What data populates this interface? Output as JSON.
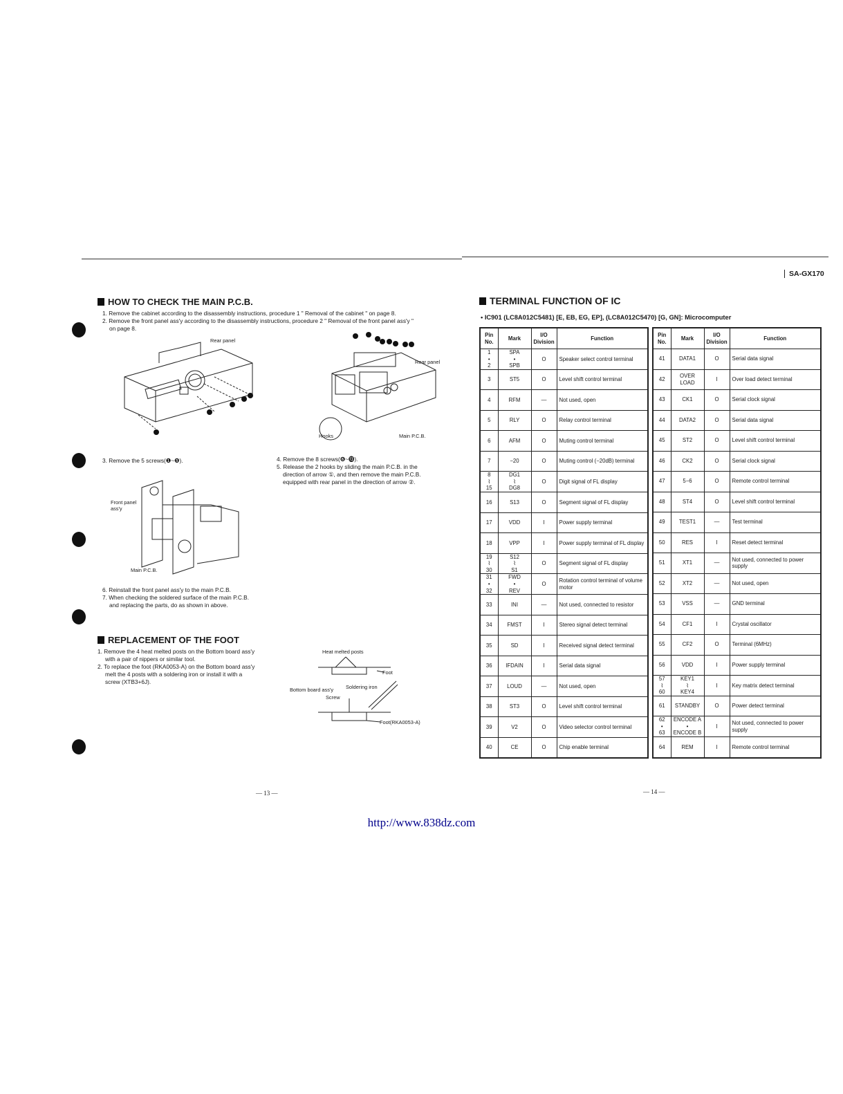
{
  "header": {
    "model": "SA-GX170"
  },
  "left": {
    "check_title": "HOW TO CHECK THE MAIN P.C.B.",
    "check_steps": [
      "1. Remove the cabinet according to the disassembly instructions, procedure 1 \" Removal of the cabinet \" on page 8.",
      "2. Remove the front panel ass'y according to the disassembly instructions, procedure 2 \" Removal of the front panel ass'y \"",
      "on page 8."
    ],
    "fig1_label": "Rear panel",
    "fig2_labels": {
      "rear": "Rear panel",
      "hooks": "Hooks",
      "main": "Main P.C.B."
    },
    "step3": "3. Remove the 5 screws(❶~❺).",
    "step45": [
      "4. Remove the 8 screws(❻~⓭).",
      "5. Release the 2 hooks by sliding the main P.C.B. in the",
      "direction of arrow ①, and then remove the main P.C.B.",
      "equipped with rear panel in the direction of arrow ②."
    ],
    "fig3_labels": {
      "front": "Front panel",
      "front2": "ass'y",
      "main": "Main P.C.B."
    },
    "step67": [
      "6. Reinstall the front panel ass'y to the main P.C.B.",
      "7. When checking the soldered surface of the main P.C.B.",
      "and replacing the parts, do as shown in above."
    ],
    "foot_title": "REPLACEMENT OF THE FOOT",
    "foot_steps": [
      "1. Remove the 4 heat melted posts on the Bottom board ass'y",
      "with a pair of nippers or similar tool.",
      "2. To replace the foot (RKA0053-A) on the Bottom board ass'y",
      "melt the 4 posts with a soldering iron or install it with a",
      "screw (XTB3+6J)."
    ],
    "foot_fig": {
      "heat": "Heat melted posts",
      "foot": "Foot",
      "bottom": "Bottom board ass'y",
      "iron": "Soldering iron",
      "screw": "Screw",
      "foot2": "Foot(RKA0053-A)"
    },
    "page_number": "— 13 —"
  },
  "right": {
    "title": "TERMINAL FUNCTION OF IC",
    "subtitle": "• IC901 (LC8A012C5481) [E, EB, EG, EP], (LC8A012C5470) [G, GN]: Microcomputer",
    "headers": {
      "pin": "Pin No.",
      "mark": "Mark",
      "io": "I/O Division",
      "function": "Function"
    },
    "table_left": [
      {
        "pin": "1\n•\n2",
        "mark": "SPA\n•\nSPB",
        "io": "O",
        "function": "Speaker select control terminal"
      },
      {
        "pin": "3",
        "mark": "ST5",
        "io": "O",
        "function": "Level shift control terminal"
      },
      {
        "pin": "4",
        "mark": "RFM",
        "io": "—",
        "function": "Not used, open"
      },
      {
        "pin": "5",
        "mark": "RLY",
        "io": "O",
        "function": "Relay control terminal"
      },
      {
        "pin": "6",
        "mark": "AFM",
        "io": "O",
        "function": "Muting control terminal"
      },
      {
        "pin": "7",
        "mark": "−20",
        "io": "O",
        "function": "Muting control (−20dB) terminal"
      },
      {
        "pin": "8\n⌇\n15",
        "mark": "DG1\n⌇\nDG8",
        "io": "O",
        "function": "Digit signal of FL display"
      },
      {
        "pin": "16",
        "mark": "S13",
        "io": "O",
        "function": "Segment signal of FL display"
      },
      {
        "pin": "17",
        "mark": "VDD",
        "io": "I",
        "function": "Power supply terminal"
      },
      {
        "pin": "18",
        "mark": "VPP",
        "io": "I",
        "function": "Power supply terminal of FL display"
      },
      {
        "pin": "19\n⌇\n30",
        "mark": "S12\n⌇\nS1",
        "io": "O",
        "function": "Segment signal of FL display"
      },
      {
        "pin": "31\n•\n32",
        "mark": "FWD\n•\nREV",
        "io": "O",
        "function": "Rotation control terminal of volume motor"
      },
      {
        "pin": "33",
        "mark": "INI",
        "io": "—",
        "function": "Not used, connected to resistor"
      },
      {
        "pin": "34",
        "mark": "FMST",
        "io": "I",
        "function": "Stereo signal detect terminal"
      },
      {
        "pin": "35",
        "mark": "SD",
        "io": "I",
        "function": "Received signal detect terminal"
      },
      {
        "pin": "36",
        "mark": "IFDAIN",
        "io": "I",
        "function": "Serial data signal"
      },
      {
        "pin": "37",
        "mark": "LOUD",
        "io": "—",
        "function": "Not used, open"
      },
      {
        "pin": "38",
        "mark": "ST3",
        "io": "O",
        "function": "Level shift control terminal"
      },
      {
        "pin": "39",
        "mark": "V2",
        "io": "O",
        "function": "Video selector control terminal"
      },
      {
        "pin": "40",
        "mark": "CE",
        "io": "O",
        "function": "Chip enable terminal"
      }
    ],
    "table_right": [
      {
        "pin": "41",
        "mark": "DATA1",
        "io": "O",
        "function": "Serial data signal"
      },
      {
        "pin": "42",
        "mark": "OVER\nLOAD",
        "io": "I",
        "function": "Over load detect terminal"
      },
      {
        "pin": "43",
        "mark": "CK1",
        "io": "O",
        "function": "Serial clock signal"
      },
      {
        "pin": "44",
        "mark": "DATA2",
        "io": "O",
        "function": "Serial data signal"
      },
      {
        "pin": "45",
        "mark": "ST2",
        "io": "O",
        "function": "Level shift control terminal"
      },
      {
        "pin": "46",
        "mark": "CK2",
        "io": "O",
        "function": "Serial clock signal"
      },
      {
        "pin": "47",
        "mark": "5−6",
        "io": "O",
        "function": "Remote control terminal"
      },
      {
        "pin": "48",
        "mark": "ST4",
        "io": "O",
        "function": "Level shift control terminal"
      },
      {
        "pin": "49",
        "mark": "TEST1",
        "io": "—",
        "function": "Test terminal"
      },
      {
        "pin": "50",
        "mark": "RES",
        "io": "I",
        "function": "Reset detect terminal"
      },
      {
        "pin": "51",
        "mark": "XT1",
        "io": "—",
        "function": "Not used, connected to power supply"
      },
      {
        "pin": "52",
        "mark": "XT2",
        "io": "—",
        "function": "Not used, open"
      },
      {
        "pin": "53",
        "mark": "VSS",
        "io": "—",
        "function": "GND terminal"
      },
      {
        "pin": "54",
        "mark": "CF1",
        "io": "I",
        "function": "Crystal oscillator"
      },
      {
        "pin": "55",
        "mark": "CF2",
        "io": "O",
        "function": "Terminal (6MHz)"
      },
      {
        "pin": "56",
        "mark": "VDD",
        "io": "I",
        "function": "Power supply terminal"
      },
      {
        "pin": "57\n⌇\n60",
        "mark": "KEY1\n⌇\nKEY4",
        "io": "I",
        "function": "Key matrix detect terminal"
      },
      {
        "pin": "61",
        "mark": "STANDBY",
        "io": "O",
        "function": "Power detect terminal"
      },
      {
        "pin": "62\n•\n63",
        "mark": "ENCODE A\n•\nENCODE B",
        "io": "I",
        "function": "Not used, connected to power supply"
      },
      {
        "pin": "64",
        "mark": "REM",
        "io": "I",
        "function": "Remote control terminal"
      }
    ],
    "page_number": "— 14 —"
  },
  "footer": {
    "url": "http://www.838dz.com"
  }
}
